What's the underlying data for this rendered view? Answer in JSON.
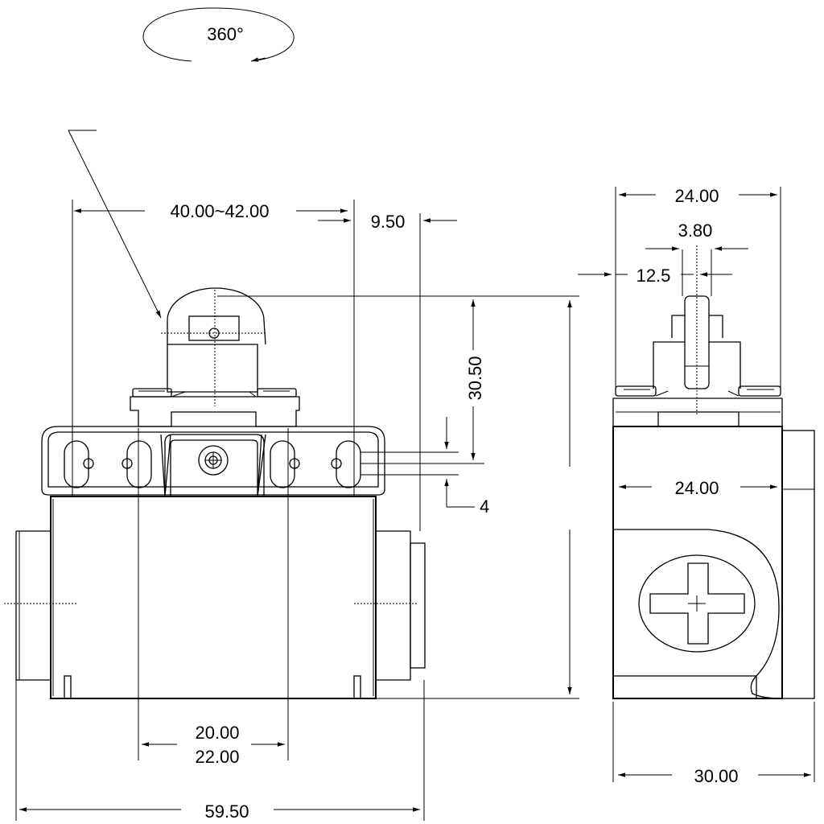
{
  "rotation_label": "360°",
  "front_view": {
    "dim_adjust": "40.00~42.00",
    "dim_offset": "9.50",
    "dim_height": "30.50",
    "dim_slot": "4",
    "dim_mount_min": "20.00",
    "dim_mount_max": "22.00",
    "dim_width": "59.50"
  },
  "side_view": {
    "dim_top_width": "24.00",
    "dim_roller_width": "3.80",
    "dim_roller_offset": "12.5",
    "dim_body_width": "24.00",
    "dim_depth": "30.00"
  }
}
